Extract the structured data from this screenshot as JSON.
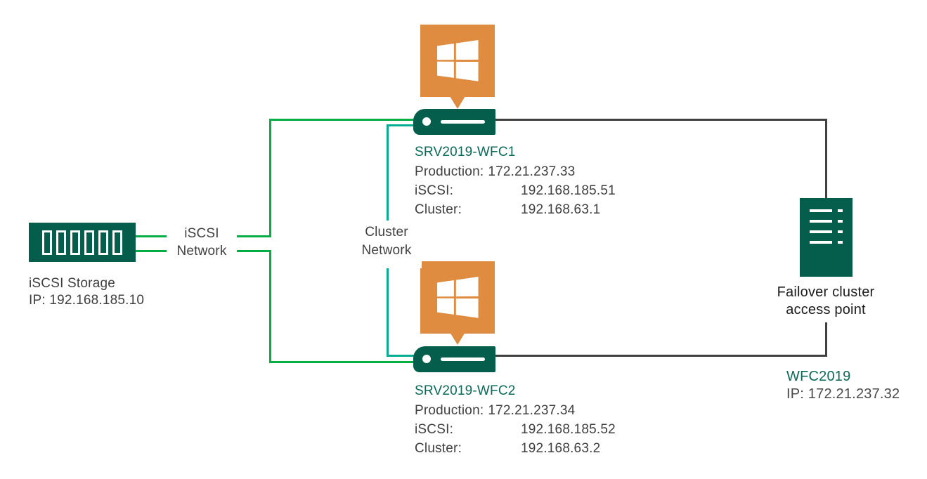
{
  "storage": {
    "name": "iSCSI Storage",
    "ip": "IP: 192.168.185.10"
  },
  "labels": {
    "iscsi_network": {
      "line1": "iSCSI",
      "line2": "Network"
    },
    "cluster_network": {
      "line1": "Cluster",
      "line2": "Network"
    }
  },
  "servers": [
    {
      "name": "SRV2019-WFC1",
      "production_label": "Production:",
      "production_value": "172.21.237.33",
      "iscsi_label": "iSCSI:",
      "iscsi_value": "192.168.185.51",
      "cluster_label": "Cluster:",
      "cluster_value": "192.168.63.1"
    },
    {
      "name": "SRV2019-WFC2",
      "production_label": "Production:",
      "production_value": "172.21.237.34",
      "iscsi_label": "iSCSI:",
      "iscsi_value": "192.168.185.52",
      "cluster_label": "Cluster:",
      "cluster_value": "192.168.63.2"
    }
  ],
  "access_point": {
    "caption_line1": "Failover cluster",
    "caption_line2": "access point",
    "name": "WFC2019",
    "ip": "IP: 172.21.237.32"
  },
  "colors": {
    "icon_green": "#045e4b",
    "windows_orange": "#df8b40",
    "iscsi_line_green": "#03ae45",
    "cluster_line_teal": "#06ad92",
    "connector_gray": "#404040",
    "name_text_green": "#0a6b58",
    "body_text_gray": "#3f3f3f",
    "caption_text_black": "#1c1c1c"
  }
}
